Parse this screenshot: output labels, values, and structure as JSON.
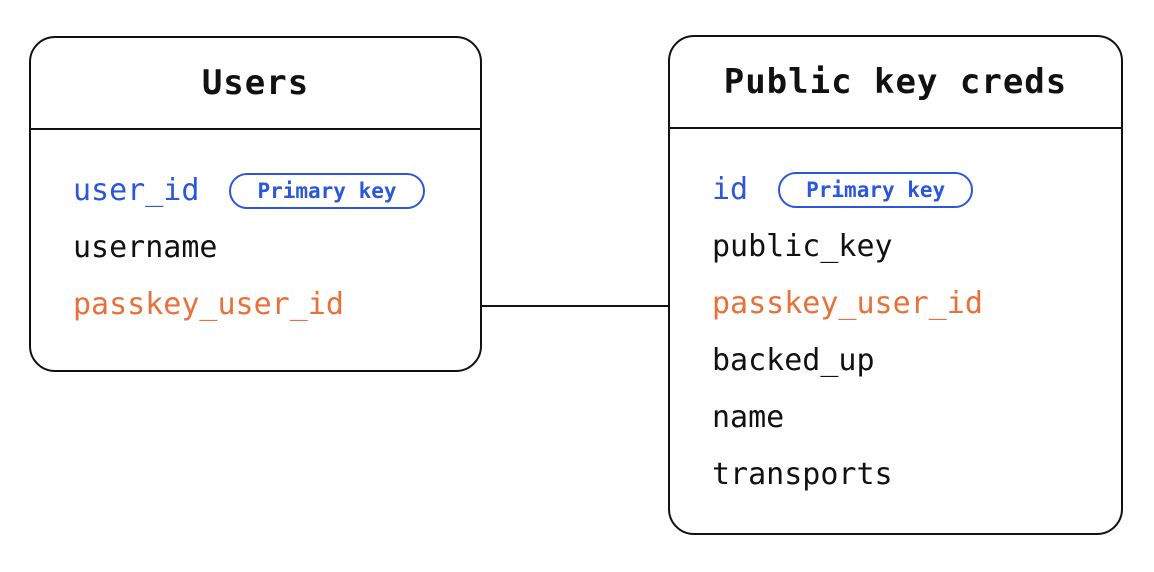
{
  "diagram": {
    "type": "er-diagram",
    "colors": {
      "primary_key_blue": "#2b58d8",
      "foreign_key_orange": "#e8713a",
      "stroke_black": "#111111",
      "background": "#ffffff"
    },
    "tables": [
      {
        "title": "Users",
        "fields": [
          {
            "name": "user_id",
            "role": "primary-key",
            "badge": "Primary key",
            "color": "#2b58d8"
          },
          {
            "name": "username",
            "role": "column",
            "color": "#111111"
          },
          {
            "name": "passkey_user_id",
            "role": "foreign-key",
            "color": "#e8713a"
          }
        ]
      },
      {
        "title": "Public key creds",
        "fields": [
          {
            "name": "id",
            "role": "primary-key",
            "badge": "Primary key",
            "color": "#2b58d8"
          },
          {
            "name": "public_key",
            "role": "column",
            "color": "#111111"
          },
          {
            "name": "passkey_user_id",
            "role": "foreign-key",
            "color": "#e8713a"
          },
          {
            "name": "backed_up",
            "role": "column",
            "color": "#111111"
          },
          {
            "name": "name",
            "role": "column",
            "color": "#111111"
          },
          {
            "name": "transports",
            "role": "column",
            "color": "#111111"
          }
        ]
      }
    ],
    "relationship": {
      "from_table": "Users",
      "from_field": "passkey_user_id",
      "to_table": "Public key creds",
      "to_field": "passkey_user_id"
    }
  }
}
